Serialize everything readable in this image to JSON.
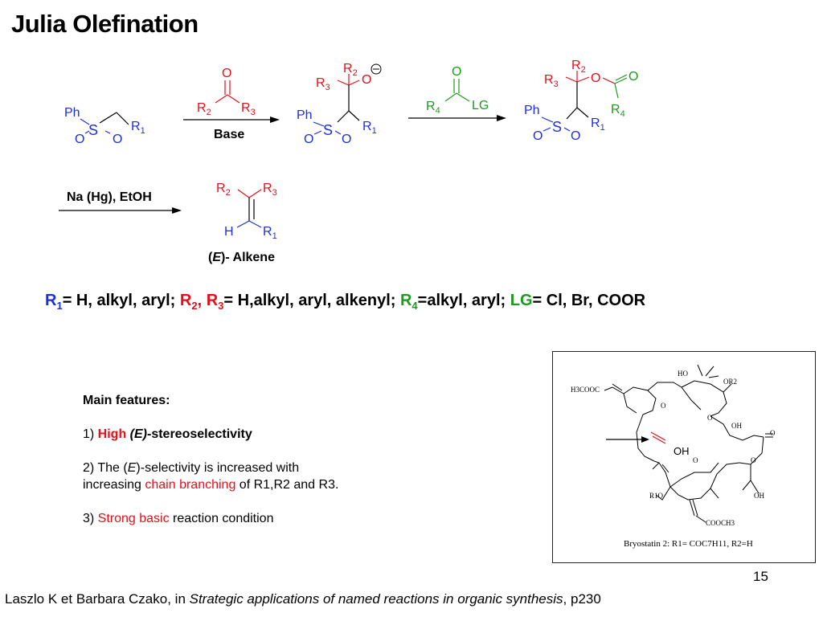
{
  "slide": {
    "title": "Julia Olefination",
    "page_number": "15",
    "citation": {
      "prefix": "Laszlo K et Barbara Czako, in ",
      "book": "Strategic applications of named reactions in organic synthesis",
      "suffix": ", p230"
    }
  },
  "scheme": {
    "arrow1_label": "Base",
    "arrow3_label": "Na (Hg), EtOH",
    "product_label_open": "(",
    "product_label_e": "E",
    "product_label_rest": ")- Alkene",
    "atoms": {
      "ph": "Ph",
      "s": "S",
      "o": "O",
      "h": "H",
      "lg": "LG",
      "r": "R",
      "sub1": "1",
      "sub2": "2",
      "sub3": "3",
      "sub4": "4"
    },
    "colors": {
      "blue": "#1f2fd8",
      "red": "#e3101a",
      "green": "#1e9a1e",
      "black": "#000000"
    }
  },
  "definitions": {
    "r1": "R",
    "r1_sub": "1",
    "r1_text": "= H, alkyl, aryl; ",
    "r23_a": "R",
    "r23_a_sub": "2",
    "r23_comma": ", ",
    "r23_b": "R",
    "r23_b_sub": "3",
    "r23_text": "= H,alkyl, aryl, alkenyl; ",
    "r4": "R",
    "r4_sub": "4",
    "r4_text": "=alkyl, aryl; ",
    "lg": "LG",
    "lg_text": "= Cl, Br, COOR"
  },
  "features": {
    "heading": "Main features:",
    "item1_prefix": "1) ",
    "item1_red": "High",
    "item1_italic": "(E)",
    "item1_rest": "-stereoselectivity",
    "item2_a": "2) The (",
    "item2_e": "E",
    "item2_b": ")-selectivity is increased with",
    "item2_c": "increasing ",
    "item2_red": "chain branching",
    "item2_d": " of R1,R2 and R3.",
    "item3_prefix": "3) ",
    "item3_red": "Strong basic",
    "item3_rest": " reaction condition"
  },
  "bryostatin": {
    "h3cooc": "H3COOC",
    "ho": "HO",
    "or2": "OR2",
    "o_ring": "O",
    "oh": "OH",
    "oh_big": "OH",
    "o_carbonyl": "O",
    "r1o": "R1O",
    "cooch3": "COOCH3",
    "caption": "Bryostatin 2: R1= COC7H11,  R2=H"
  }
}
